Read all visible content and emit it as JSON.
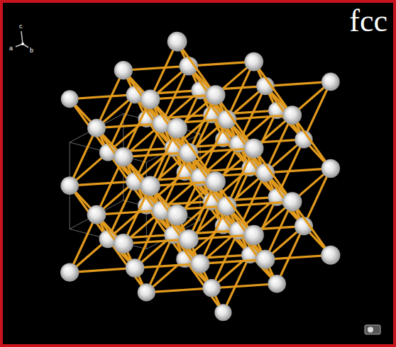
{
  "diagram": {
    "title": "fcc",
    "labels": [
      "c",
      "a",
      "b"
    ]
  }
}
